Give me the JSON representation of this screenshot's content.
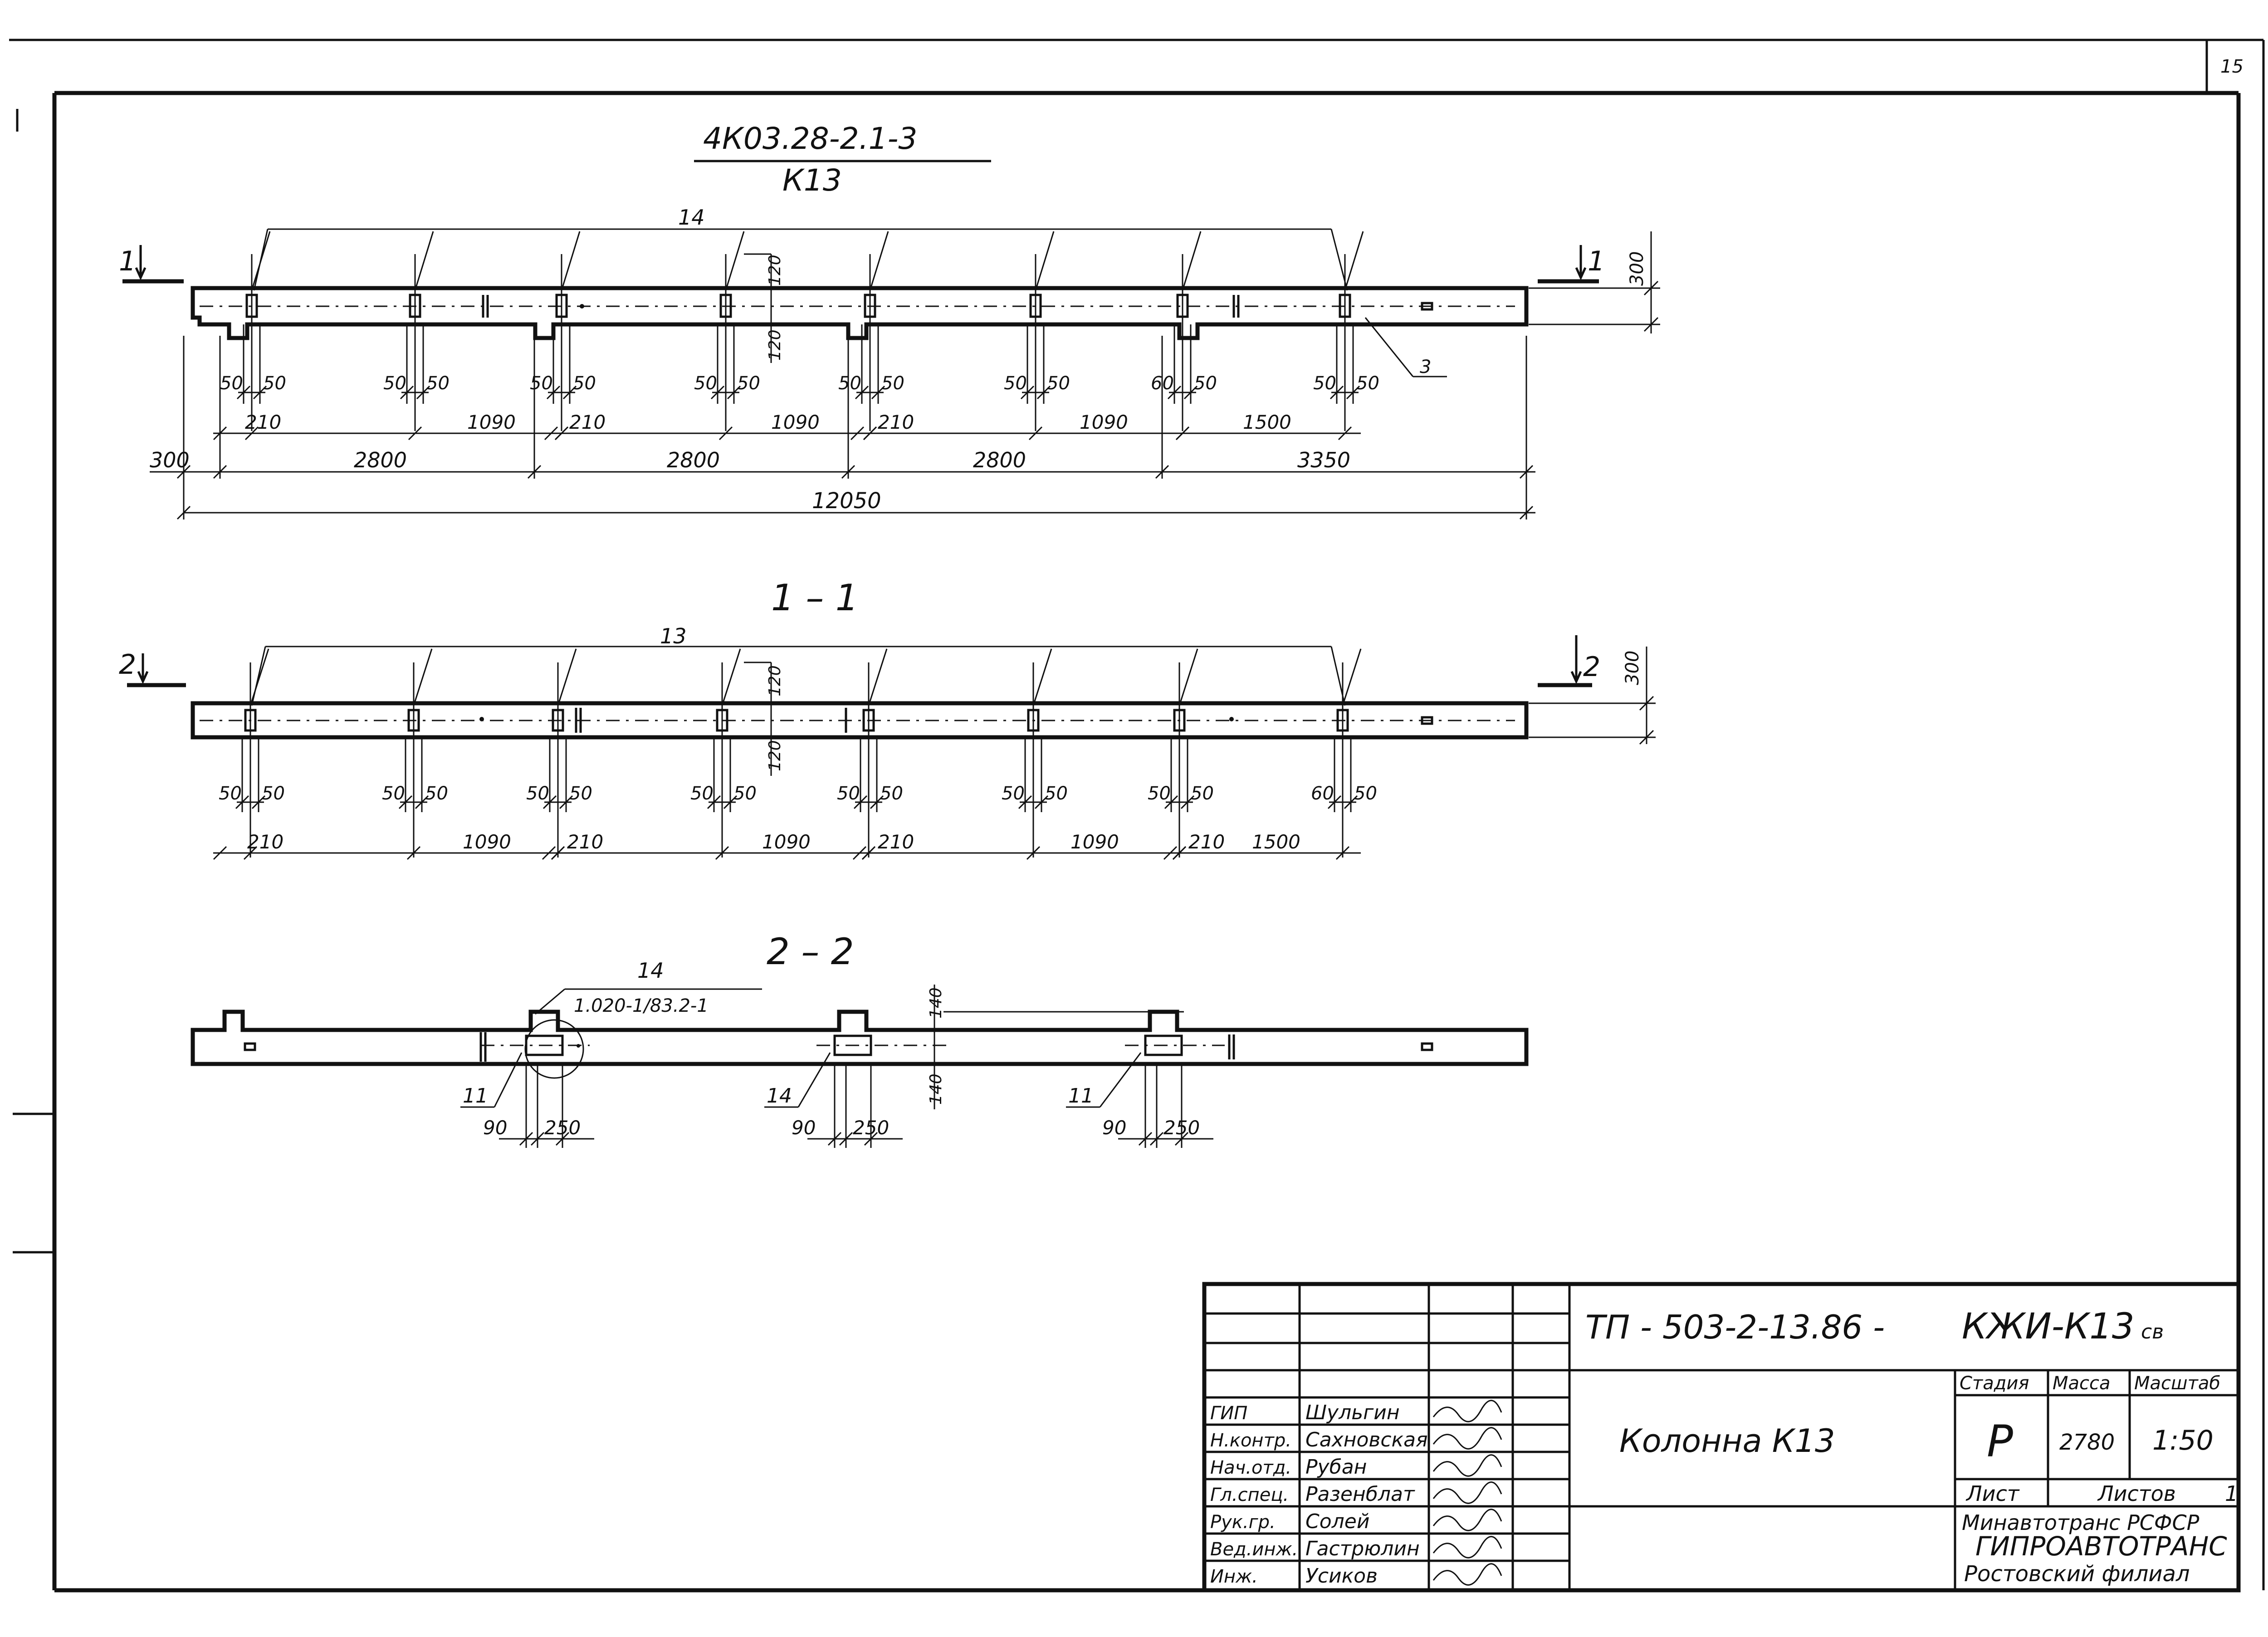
{
  "sheet_number": "15",
  "top_view": {
    "mark_line1": "4К03.28-2.1-3",
    "mark_line2": "К13",
    "section_mark": "1",
    "count_label": "14",
    "height_label": "300",
    "hole_top_dim": "120",
    "hole_bottom_dim": "120",
    "callout": "3",
    "pair_labels": [
      [
        "50",
        "50"
      ],
      [
        "50",
        "50"
      ],
      [
        "50",
        "50"
      ],
      [
        "50",
        "50"
      ],
      [
        "50",
        "50"
      ],
      [
        "50",
        "50"
      ],
      [
        "60",
        "50"
      ],
      [
        "50",
        "50"
      ]
    ],
    "row1_labels": [
      "210",
      "1090",
      "210",
      "1090",
      "210",
      "1090",
      "1500"
    ],
    "row2_labels": [
      "300",
      "2800",
      "2800",
      "2800",
      "3350"
    ],
    "total": "12050"
  },
  "section_1_1": {
    "title": "1 – 1",
    "section_mark": "2",
    "count_label": "13",
    "height_label": "300",
    "hole_top_dim": "120",
    "hole_bottom_dim": "120",
    "pair_labels": [
      [
        "50",
        "50"
      ],
      [
        "50",
        "50"
      ],
      [
        "50",
        "50"
      ],
      [
        "50",
        "50"
      ],
      [
        "50",
        "50"
      ],
      [
        "50",
        "50"
      ],
      [
        "50",
        "50"
      ],
      [
        "60",
        "50"
      ]
    ],
    "row1_labels": [
      "210",
      "1090",
      "210",
      "1090",
      "210",
      "1090",
      "210",
      "1500"
    ]
  },
  "section_2_2": {
    "title": "2 – 2",
    "leader_mark": "14",
    "leader_ref": "1.020-1/83.2-1",
    "height_top": "140",
    "height_bottom": "140",
    "callouts": [
      "11",
      "14",
      "11"
    ],
    "pairs": [
      [
        "90",
        "250"
      ],
      [
        "90",
        "250"
      ],
      [
        "90",
        "250"
      ]
    ]
  },
  "title_block": {
    "code_main": "ТП - 503-2-13.86 -",
    "code_suffix": "КЖИ-К13",
    "code_suffix_small": "св",
    "name": "Колонна К13",
    "stage_header": "Стадия",
    "mass_header": "Масса",
    "scale_header": "Масштаб",
    "stage": "Р",
    "mass": "2780",
    "scale": "1:50",
    "sheet_label": "Лист",
    "sheets_label": "Листов",
    "sheets_value": "1",
    "org1": "Минавтотранс РСФСР",
    "org2": "ГИПРОАВТОТРАНС",
    "org3": "Ростовский филиал",
    "staff": [
      {
        "role": "ГИП",
        "name": "Шульгин"
      },
      {
        "role": "Н.контр.",
        "name": "Сахновская"
      },
      {
        "role": "Нач.отд.",
        "name": "Рубан"
      },
      {
        "role": "Гл.спец.",
        "name": "Разенблат"
      },
      {
        "role": "Рук.гр.",
        "name": "Солей"
      },
      {
        "role": "Вед.инж.",
        "name": "Гастрюлин"
      },
      {
        "role": "Инж.",
        "name": "Усиков"
      }
    ]
  }
}
